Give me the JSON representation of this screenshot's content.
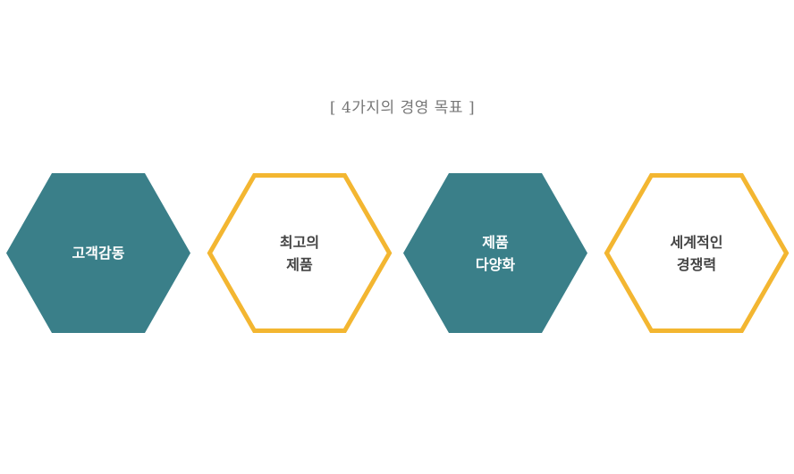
{
  "header": {
    "title": "[ 4가지의 경영 목표 ]"
  },
  "colors": {
    "teal": "#3a7f89",
    "gold": "#f3b631",
    "title_gray": "#777777",
    "label_dark": "#444444",
    "label_light": "#ffffff"
  },
  "goals": [
    {
      "lines": [
        "고객감동"
      ],
      "style": "filled"
    },
    {
      "lines": [
        "최고의",
        "제품"
      ],
      "style": "outline"
    },
    {
      "lines": [
        "제품",
        "다양화"
      ],
      "style": "filled"
    },
    {
      "lines": [
        "세계적인",
        "경쟁력"
      ],
      "style": "outline"
    }
  ]
}
